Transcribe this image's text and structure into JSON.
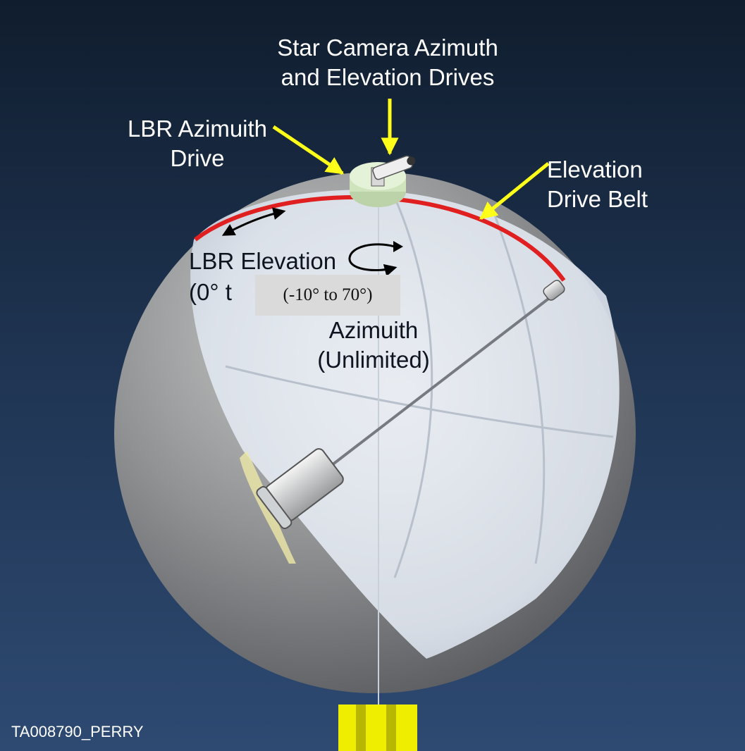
{
  "labels": {
    "star_camera_line1": "Star Camera Azimuth",
    "star_camera_line2": "and Elevation Drives",
    "lbr_azimuth_line1": "LBR Azimuith",
    "lbr_azimuth_line2": "Drive",
    "elevation_belt_line1": "Elevation",
    "elevation_belt_line2": "Drive Belt",
    "lbr_elevation_line1": "LBR Elevation",
    "lbr_elevation_line2": "(0° t",
    "range_overlay": "(-10° to 70°)",
    "azimuth_line1": "Azimuith",
    "azimuth_line2": "(Unlimited)",
    "image_id": "TA008790_PERRY"
  },
  "colors": {
    "callout_arrow": "#ffff1a",
    "drive_belt": "#e02020",
    "sphere_shell": "#8a8c8e",
    "turntable": "#d8ecc8",
    "support_legs": "#f0ee00"
  }
}
